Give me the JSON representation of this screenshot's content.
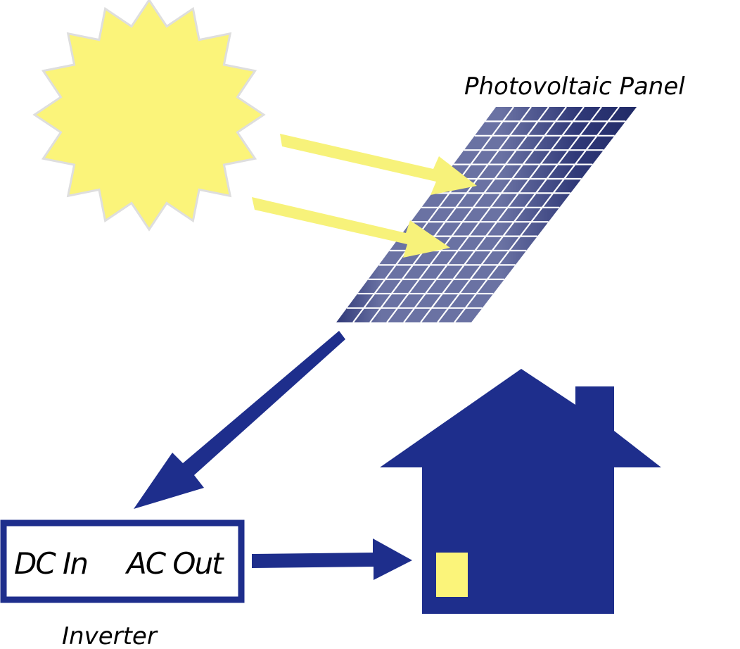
{
  "labels": {
    "panel": "Photovoltaic Panel",
    "dc_in": "DC In",
    "ac_out": "AC Out",
    "inverter": "Inverter"
  },
  "colors": {
    "sun_fill": "#fbf47a",
    "sun_stroke": "#dedede",
    "sunlight_arrow": "#f7f27a",
    "power_arrow": "#1e2e8c",
    "house": "#1e2e8c",
    "window": "#fbf47a",
    "panel_dark": "#303978",
    "panel_light": "#6a72a3",
    "panel_grid": "#ffffff",
    "inverter_border": "#1e2e8c",
    "label_text": "#000000"
  },
  "icons": {
    "sun": "sun-icon",
    "panel": "solar-panel-icon",
    "house": "house-icon"
  }
}
